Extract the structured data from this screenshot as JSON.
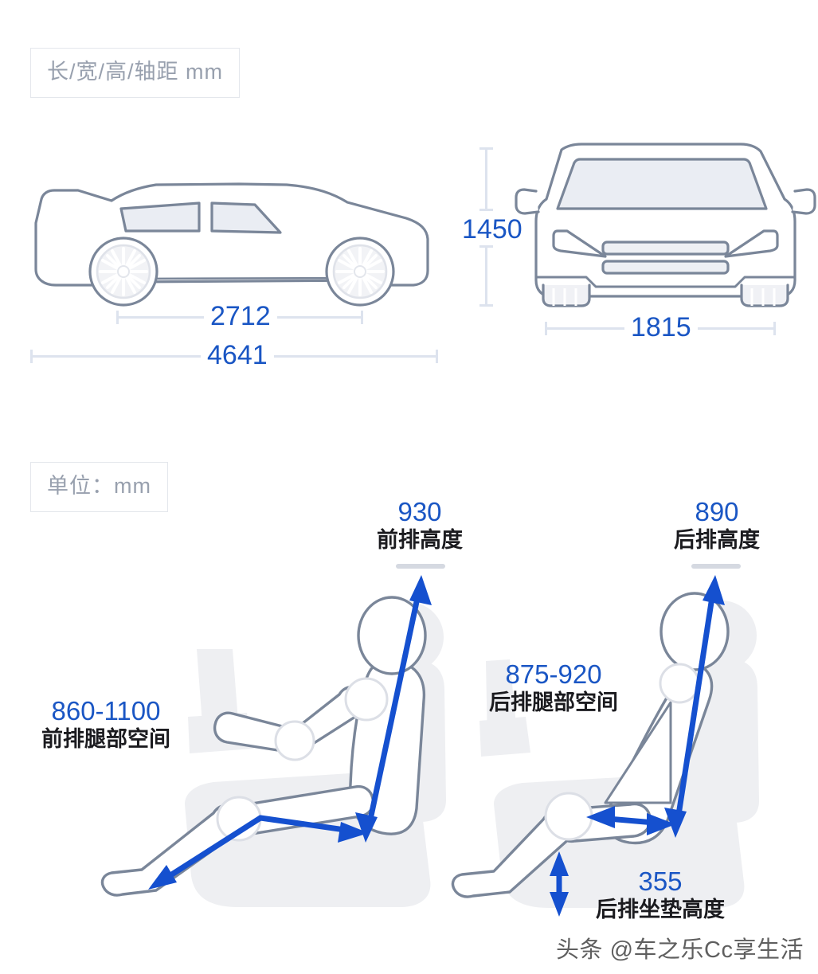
{
  "sections": {
    "exterior_chip": "长/宽/高/轴距 mm",
    "interior_chip": "单位：mm"
  },
  "exterior": {
    "side_view": {
      "wheelbase": "2712",
      "length": "4641"
    },
    "front_view": {
      "height": "1450",
      "width": "1815"
    }
  },
  "interior": {
    "front_seat": {
      "height_value": "930",
      "height_label": "前排高度",
      "legroom_value": "860-1100",
      "legroom_label": "前排腿部空间"
    },
    "rear_seat": {
      "height_value": "890",
      "height_label": "后排高度",
      "legroom_value": "875-920",
      "legroom_label": "后排腿部空间",
      "cushion_value": "355",
      "cushion_label": "后排坐垫高度"
    }
  },
  "watermark": "头条 @车之乐Cc享生活",
  "colors": {
    "accent_blue": "#1a56c4",
    "rule_gray": "#dde3ee",
    "outline_gray": "#7a8699",
    "silhouette_gray": "#eeeff2",
    "chip_text": "#98a0ae"
  }
}
